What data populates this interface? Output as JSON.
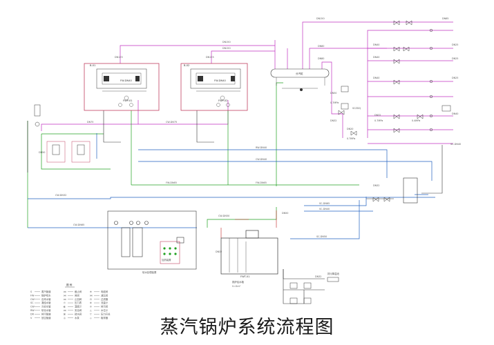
{
  "title": "蒸汽锅炉系统流程图",
  "colors": {
    "steam": "#c030c0",
    "feedwater": "#20a020",
    "cooling": "#2060c0",
    "blowdown": "#c02020",
    "equipment": "#333333",
    "boiler_frame": "#c04060"
  },
  "boilers": [
    {
      "id": "B-01",
      "unit": "FW-DN40",
      "pump": "FWP-01"
    },
    {
      "id": "B-02",
      "unit": "FW-DN40",
      "pump": "FWP-02"
    }
  ],
  "pipes": {
    "steam_main_1": "DN150",
    "steam_main_2": "DN150",
    "steam_top": "DN150",
    "header_branch": "DN80",
    "header_branch2": "DN80",
    "b1_riser": "DN125",
    "b2_riser": "DN125",
    "header_label": "分汽缸",
    "cw_dn75": "DN75",
    "cw_dn75_2": "CW-DN75",
    "rw_dn40": "RW-DN40",
    "cw_dn40": "CW-DN40",
    "fw_dn65_1": "FW-DN65",
    "fw_dn65_2": "FW-DN65",
    "cw_dn32": "CW-DN32",
    "cw_dn65": "CW-DN65",
    "dn50_left": "DN50",
    "dn32_left": "DN32",
    "sc_dn65": "SC-DN65",
    "sc_dn40": "SC-DN40",
    "cw_dn50": "CW-DN50",
    "dn32_bottom": "DN32",
    "dn32_tank": "DN32",
    "dn50_tank": "DN50",
    "sc_dn50": "SC-DN50",
    "prv_dn50": "DN50",
    "prv_pressure": "0.7MPa",
    "dn32_prv": "DN32",
    "cs_label": "SCZDQ",
    "dn20_prv": "DN20",
    "p_07": "0.7MPa"
  },
  "branches": [
    {
      "size": "DN50",
      "dest": "DN65"
    },
    {
      "size": "DN40",
      "dest": "DN25"
    },
    {
      "size": "DN40",
      "dest": "DN25"
    },
    {
      "size": "DN40",
      "dest": "DN25"
    },
    {
      "size": "DN32",
      "dest": "DN40"
    },
    {
      "size": "DN32",
      "dest": "SC-DN40"
    }
  ],
  "branch_pressure": [
    "0.7MPa",
    "0.4MPa"
  ],
  "water_tank": {
    "id": "FWT-01",
    "note1": "锅炉给水箱",
    "note2": "V=5m³"
  },
  "softener": {
    "label": "软水处理装置"
  },
  "dosing": {
    "label": "加药装置"
  },
  "drain_box": {
    "label": "排污降温池"
  },
  "legend": {
    "heading": "图 例",
    "col1": [
      {
        "code": "S",
        "text": "蒸汽管道"
      },
      {
        "code": "FW",
        "text": "锅炉给水"
      },
      {
        "code": "CW",
        "text": "自来水管"
      },
      {
        "code": "SC",
        "text": "凝结水管"
      },
      {
        "code": "CW",
        "text": "冷却水管"
      },
      {
        "code": "RW",
        "text": "软化水管"
      },
      {
        "code": "DR",
        "text": "排污管道"
      },
      {
        "code": "V",
        "text": "放空管道"
      }
    ],
    "col2": [
      {
        "code": "⋈",
        "text": "截止阀"
      },
      {
        "code": "⋈",
        "text": "闸阀"
      },
      {
        "code": "⋈",
        "text": "止回阀"
      },
      {
        "code": "⊙",
        "text": "压力表"
      },
      {
        "code": "◐",
        "text": "温度计"
      },
      {
        "code": "⋈",
        "text": "安全阀"
      },
      {
        "code": "⊠",
        "text": "疏水阀"
      },
      {
        "code": "◎",
        "text": "水泵"
      }
    ],
    "col3": [
      {
        "code": "⊕",
        "text": "电磁阀"
      },
      {
        "code": "⋈",
        "text": "减压阀"
      },
      {
        "code": "⊡",
        "text": "过滤器"
      },
      {
        "code": "⊗",
        "text": "流量计"
      },
      {
        "code": "⊘",
        "text": "排污阀"
      },
      {
        "code": "△",
        "text": "水位计"
      },
      {
        "code": "▽",
        "text": "压力开关"
      },
      {
        "code": "◇",
        "text": "取样器"
      }
    ]
  }
}
